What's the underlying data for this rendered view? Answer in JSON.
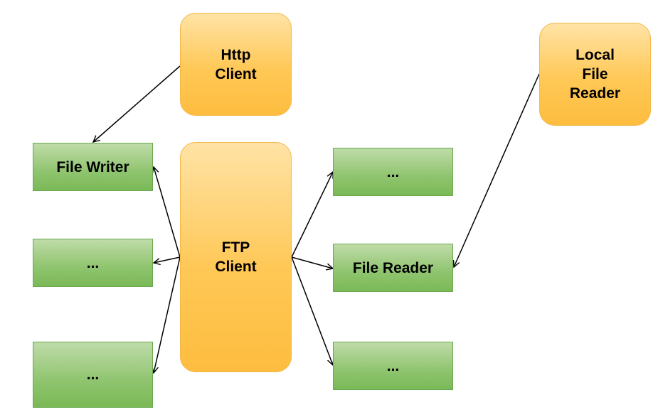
{
  "nodes": {
    "http_client": "Http\nClient",
    "local_file_reader": "Local\nFile\nReader",
    "ftp_client": "FTP\nClient",
    "file_writer": "File Writer",
    "left_mid": "...",
    "left_bottom": "...",
    "right_top": "...",
    "file_reader": "File Reader",
    "right_bottom": "..."
  },
  "colors": {
    "client_fill": "#ffc856",
    "component_fill": "#8fc46e",
    "edge": "#000000"
  }
}
